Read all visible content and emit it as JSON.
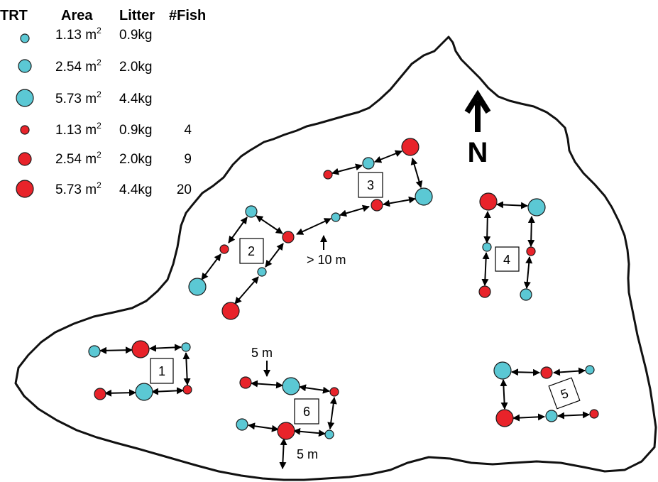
{
  "colors": {
    "control": "#5bc8d4",
    "fish": "#e8232a",
    "outline": "#1a1a1a",
    "boundary": "#111111",
    "arrow": "#000000"
  },
  "legend": {
    "headers": {
      "trt": "TRT",
      "area": "Area",
      "litter": "Litter",
      "fish": "#Fish"
    },
    "rows": [
      {
        "treatment": "control",
        "size": "small",
        "area": "1.13 m",
        "area_sup": "2",
        "litter": "0.9kg",
        "fish": ""
      },
      {
        "treatment": "control",
        "size": "medium",
        "area": "2.54 m",
        "area_sup": "2",
        "litter": "2.0kg",
        "fish": ""
      },
      {
        "treatment": "control",
        "size": "large",
        "area": "5.73 m",
        "area_sup": "2",
        "litter": "4.4kg",
        "fish": ""
      },
      {
        "treatment": "fish",
        "size": "small",
        "area": "1.13 m",
        "area_sup": "2",
        "litter": "0.9kg",
        "fish": "4"
      },
      {
        "treatment": "fish",
        "size": "medium",
        "area": "2.54 m",
        "area_sup": "2",
        "litter": "2.0kg",
        "fish": "9"
      },
      {
        "treatment": "fish",
        "size": "large",
        "area": "5.73 m",
        "area_sup": "2",
        "litter": "4.4kg",
        "fish": "20"
      }
    ]
  },
  "north_label": "N",
  "plot_labels": [
    "1",
    "2",
    "3",
    "4",
    "5",
    "6"
  ],
  "annotations": {
    "gap_far": "> 10 m",
    "gap_top": "5 m",
    "gap_bottom": "5 m"
  }
}
